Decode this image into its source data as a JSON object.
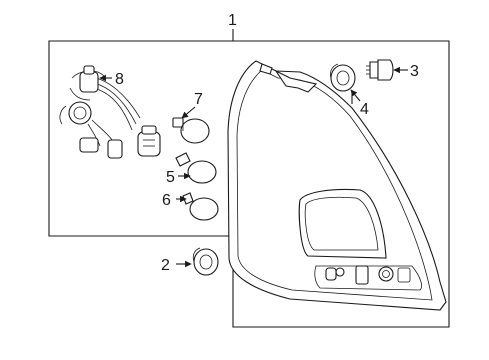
{
  "diagram": {
    "callouts": [
      {
        "id": "lamp-assembly",
        "number": "1"
      },
      {
        "id": "grommet-lower",
        "number": "2"
      },
      {
        "id": "screw",
        "number": "3"
      },
      {
        "id": "grommet-upper",
        "number": "4"
      },
      {
        "id": "bulb-middle",
        "number": "5"
      },
      {
        "id": "bulb-lower",
        "number": "6"
      },
      {
        "id": "bulb-upper",
        "number": "7"
      },
      {
        "id": "socket-harness",
        "number": "8"
      }
    ]
  }
}
